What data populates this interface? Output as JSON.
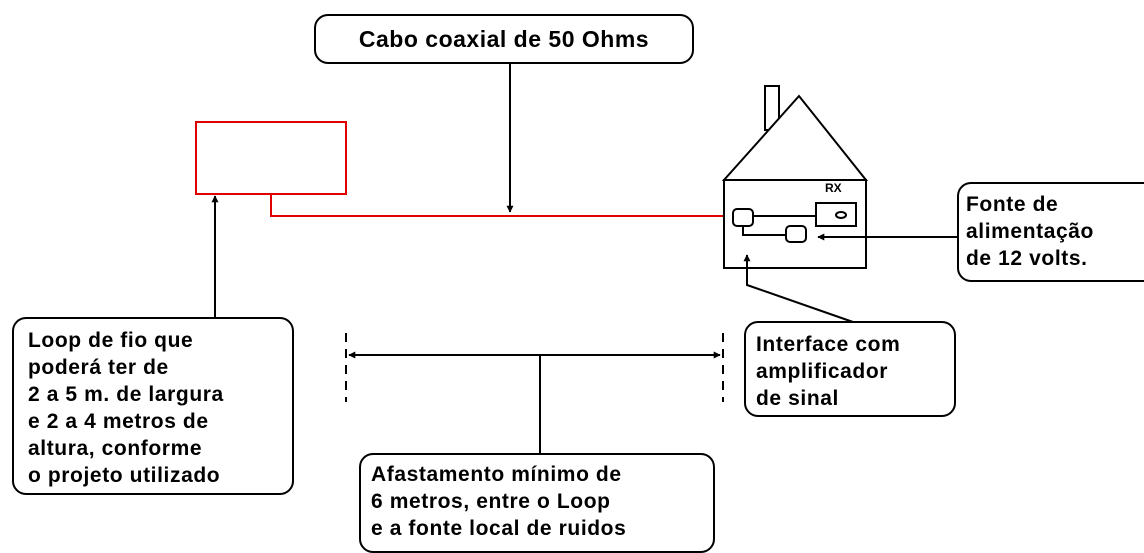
{
  "colors": {
    "line": "#000000",
    "loop_wire": "#e00000",
    "background": "#ffffff"
  },
  "labels": {
    "cabo": "Cabo coaxial de 50 Ohms",
    "loop": "Loop de fio que\npoderá ter de\n2 a 5 m. de largura\ne 2 a 4 metros de\naltura, conforme\no projeto utilizado",
    "interface": "Interface com\namplificador\nde sinal",
    "fonte": "Fonte de\nalimentação\nde 12 volts.",
    "afastamento": "Afastamento mínimo de\n6 metros, entre o Loop\ne a fonte local de ruidos",
    "rx": "RX"
  },
  "icons": [
    "house-icon",
    "receiver-icon",
    "amplifier-icon",
    "power-supply-icon"
  ]
}
